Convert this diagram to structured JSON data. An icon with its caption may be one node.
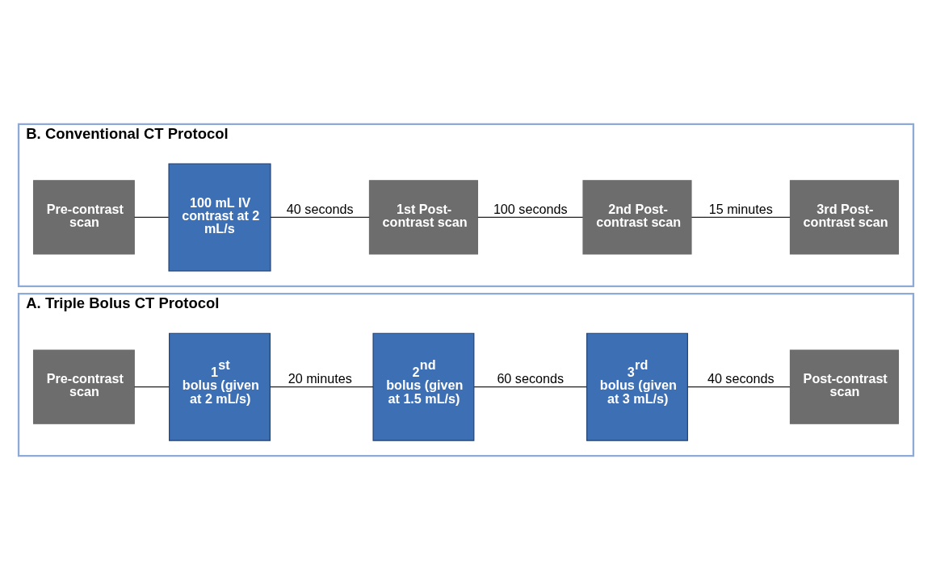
{
  "diagram": {
    "nodes": [
      {
        "text": [
          "A. Triple Bolus CT Protocol"
        ]
      },
      {
        "text": [
          "Pre-contrast scan"
        ],
        "in": 0
      },
      {
        "text": [
          "1$^{st}$ bolus (given at 2 mL/s)"
        ],
        "in": 0
      },
      {
        "text": [
          "2$^{nd}$ bolus (given at 1.5 mL/s)"
        ],
        "in": 0
      },
      {
        "text": [
          "3$^{rd}$ bolus (given at 3 mL/s)"
        ],
        "in": 0
      },
      {
        "text": [
          "Post-contrast scan"
        ],
        "in": 0
      },
      {
        "text": [
          "B. Conventional CT Protocol"
        ]
      },
      {
        "text": [
          "Pre-contrast scan"
        ],
        "in": 6
      },
      {
        "text": [
          "100 mL IV contrast at 2 mL/s"
        ],
        "in": 6
      },
      {
        "text": [
          "1st Post-contrast scan"
        ],
        "in": 6
      },
      {
        "text": [
          "2nd Post-contrast scan"
        ],
        "in": 6
      },
      {
        "text": [
          "3rd Post-contrast scan"
        ],
        "in": 6
      }
    ],
    "edges": [
      {
        "from": 1,
        "to": 2,
        "arrow": "none"
      },
      {
        "from": 2,
        "to": 3,
        "arrow": "none",
        "label": "20 minutes"
      },
      {
        "from": 3,
        "to": 4,
        "arrow": "none",
        "label": "60 seconds"
      },
      {
        "from": 4,
        "to": 5,
        "arrow": "none",
        "label": "40 seconds"
      },
      {
        "from": 7,
        "to": 8,
        "arrow": "none"
      },
      {
        "from": 8,
        "to": 9,
        "arrow": "none",
        "label": "40 seconds"
      },
      {
        "from": 9,
        "to": 10,
        "arrow": "none",
        "label": "100 seconds"
      },
      {
        "from": 10,
        "to": 11,
        "arrow": "none",
        "label": "15 minutes"
      }
    ]
  }
}
